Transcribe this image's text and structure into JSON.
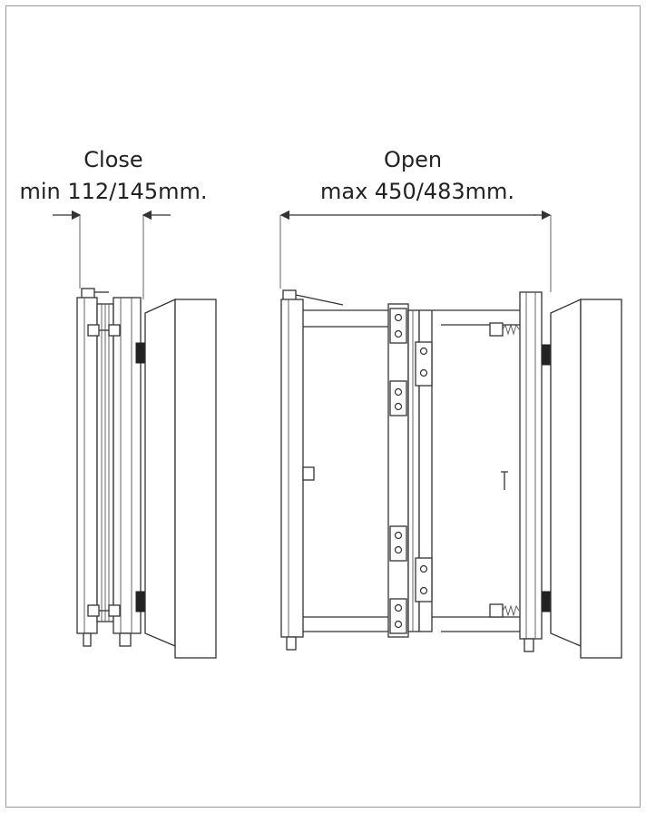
{
  "close_view": {
    "title": "Close",
    "dimension": "min 112/145mm."
  },
  "open_view": {
    "title": "Open",
    "dimension": "max 450/483mm."
  }
}
